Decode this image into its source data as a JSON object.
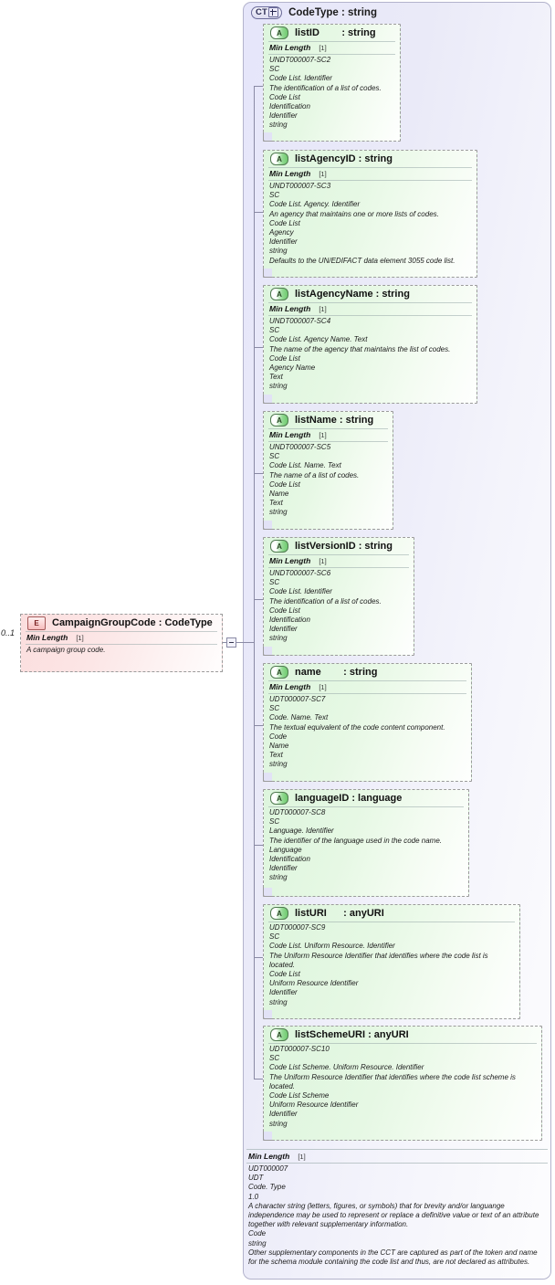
{
  "diagram": {
    "kind": "xsd-schema-diagram",
    "complex_type": {
      "badge": "CT",
      "badge_icon": "complex-type-plus-icon",
      "title": "CodeType : string"
    },
    "element": {
      "badge": "E",
      "cardinality": "0..1",
      "title": "CampaignGroupCode : CodeType",
      "facet_label": "Min Length",
      "facet_value": "[1]",
      "description": "A campaign group code."
    },
    "attributes": [
      {
        "badge": "A",
        "title": "listID        : string",
        "facet_label": "Min Length",
        "facet_value": "[1]",
        "lines": [
          "UNDT000007-SC2",
          "SC",
          "Code List. Identifier",
          "The identification of a list of codes.",
          "Code List",
          "Identification",
          "Identifier",
          "string"
        ]
      },
      {
        "badge": "A",
        "title": "listAgencyID : string",
        "facet_label": "Min Length",
        "facet_value": "[1]",
        "lines": [
          "UNDT000007-SC3",
          "SC",
          "Code List. Agency. Identifier",
          "An agency that maintains one or more lists of codes.",
          "Code List",
          "Agency",
          "Identifier",
          "string",
          "Defaults to the UN/EDIFACT data element 3055 code list."
        ]
      },
      {
        "badge": "A",
        "title": "listAgencyName : string",
        "facet_label": "Min Length",
        "facet_value": "[1]",
        "lines": [
          "UNDT000007-SC4",
          "SC",
          "Code List. Agency Name. Text",
          "The name of the agency that maintains the list of codes.",
          "Code List",
          "Agency Name",
          "Text",
          "string"
        ]
      },
      {
        "badge": "A",
        "title": "listName : string",
        "facet_label": "Min Length",
        "facet_value": "[1]",
        "lines": [
          "UNDT000007-SC5",
          "SC",
          "Code List. Name. Text",
          "The name of a list of codes.",
          "Code List",
          "Name",
          "Text",
          "string"
        ]
      },
      {
        "badge": "A",
        "title": "listVersionID : string",
        "facet_label": "Min Length",
        "facet_value": "[1]",
        "lines": [
          "UNDT000007-SC6",
          "SC",
          "Code List. Identifier",
          "The identification of a list of codes.",
          "Code List",
          "Identification",
          "Identifier",
          "string"
        ]
      },
      {
        "badge": "A",
        "title": "name        : string",
        "facet_label": "Min Length",
        "facet_value": "[1]",
        "lines": [
          "UDT000007-SC7",
          "SC",
          "Code. Name. Text",
          "The textual equivalent of the code content component.",
          "Code",
          "Name",
          "Text",
          "string"
        ]
      },
      {
        "badge": "A",
        "title": "languageID : language",
        "facet_label": "",
        "facet_value": "",
        "lines": [
          "UDT000007-SC8",
          "SC",
          "Language. Identifier",
          "The identifier of the language used in the code name.",
          "Language",
          "Identification",
          "Identifier",
          "string"
        ]
      },
      {
        "badge": "A",
        "title": "listURI      : anyURI",
        "facet_label": "",
        "facet_value": "",
        "lines": [
          "UDT000007-SC9",
          "SC",
          "Code List. Uniform Resource. Identifier",
          "The Uniform Resource Identifier that identifies where the code list is located.",
          "Code List",
          "Uniform Resource Identifier",
          "Identifier",
          "string"
        ]
      },
      {
        "badge": "A",
        "title": "listSchemeURI : anyURI",
        "facet_label": "",
        "facet_value": "",
        "lines": [
          "UDT000007-SC10",
          "SC",
          "Code List Scheme. Uniform Resource. Identifier",
          "The Uniform Resource Identifier that identifies where the code list scheme is located.",
          "Code List Scheme",
          "Uniform Resource Identifier",
          "Identifier",
          "string"
        ]
      }
    ],
    "documentation": {
      "facet_label": "Min Length",
      "facet_value": "[1]",
      "lines": [
        "UDT000007",
        "UDT",
        "Code. Type",
        "1.0",
        "A character string (letters, figures, or symbols) that for brevity and/or languange independence may be used to represent or replace a definitive value or text of an attribute together with relevant supplementary information.",
        "Code",
        "string",
        "Other supplementary components in the CCT are captured as part of the token and name for the schema module containing the code list and thus, are not declared as attributes."
      ]
    }
  },
  "colors": {
    "attribute_fill": "#ddf5dd",
    "element_fill": "#fbdede",
    "container_fill": "#e6e6fa",
    "border": "#9b9b9b",
    "connector": "#8a8aa5"
  }
}
